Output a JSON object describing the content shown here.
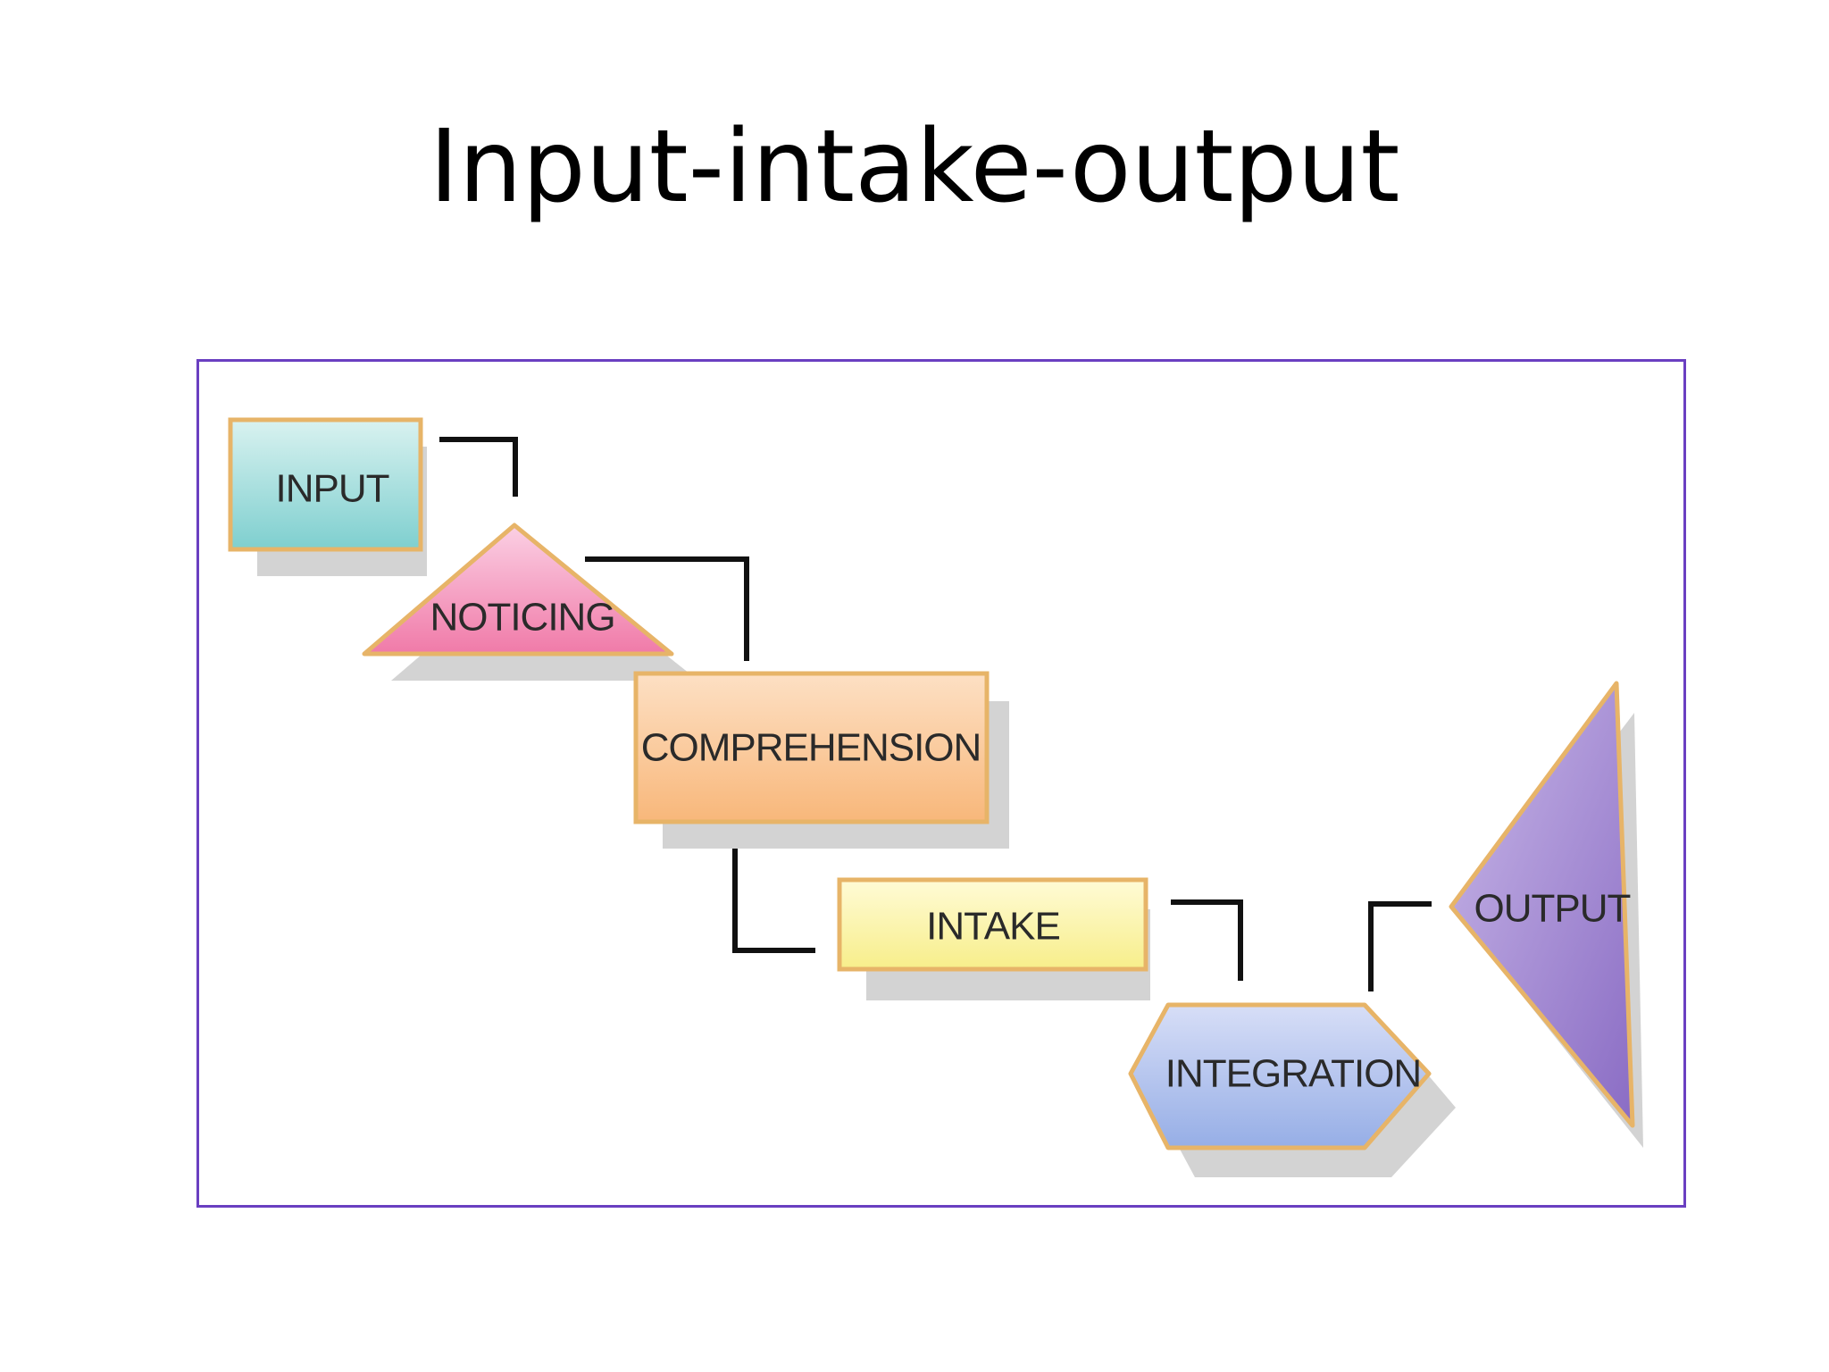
{
  "slide": {
    "title": "Input-intake-output"
  },
  "diagram": {
    "nodes": {
      "input": {
        "label": "INPUT",
        "shape": "rectangle",
        "fill_top": "#d9f2f0",
        "fill_bottom": "#7ecfcf"
      },
      "noticing": {
        "label": "NOTICING",
        "shape": "triangle",
        "fill_top": "#fbd0e4",
        "fill_bottom": "#f07aa8"
      },
      "comprehension": {
        "label": "COMPREHENSION",
        "shape": "rectangle",
        "fill_top": "#fde0c4",
        "fill_bottom": "#f8b77a"
      },
      "intake": {
        "label": "INTAKE",
        "shape": "rectangle",
        "fill_top": "#fffbd6",
        "fill_bottom": "#f7ee8a"
      },
      "integration": {
        "label": "INTEGRATION",
        "shape": "hexagon",
        "fill_top": "#d7def7",
        "fill_bottom": "#96aee6"
      },
      "output": {
        "label": "OUTPUT",
        "shape": "triangle",
        "fill_top": "#c9b8e8",
        "fill_bottom": "#8a6cc4"
      }
    },
    "colors": {
      "frame_border": "#6a3fc1",
      "node_border": "#e7b468",
      "connector": "#111111",
      "shadow": "#d3d3d3"
    }
  }
}
